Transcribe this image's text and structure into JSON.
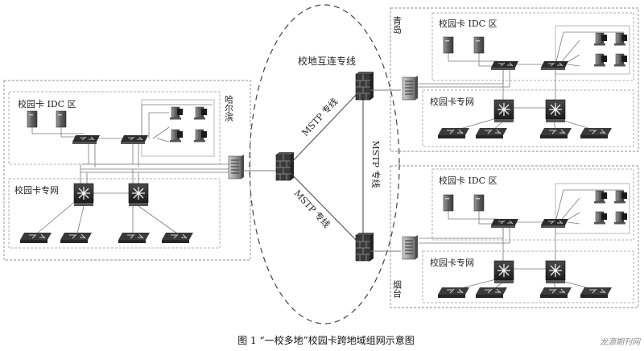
{
  "figure": {
    "caption": "图 1    “一校多地”校园卡跨地域组网示意图",
    "watermark": "龙源期刊网"
  },
  "sites": {
    "harbin": {
      "name": "哈尔滨",
      "idc_zone": "校园卡 IDC 区",
      "private_net": "校园卡专网"
    },
    "qingdao": {
      "name": "青岛",
      "idc_zone": "校园卡 IDC 区",
      "private_net": "校园卡专网"
    },
    "yantai": {
      "name": "烟台",
      "idc_zone": "校园卡 IDC 区",
      "private_net": "校园卡专网"
    }
  },
  "wan": {
    "zone_label": "校地互连专线",
    "links": {
      "harbin_qingdao": "MSTP 专线",
      "harbin_yantai": "MSTP 专线",
      "qingdao_yantai": "MSTP 专线"
    }
  },
  "colors": {
    "line": "#7a7a7a",
    "box_border": "#8c8c8c",
    "device_dark": "#2b2b2b",
    "device_mid": "#707070",
    "firewall": "#3a3a3a"
  }
}
